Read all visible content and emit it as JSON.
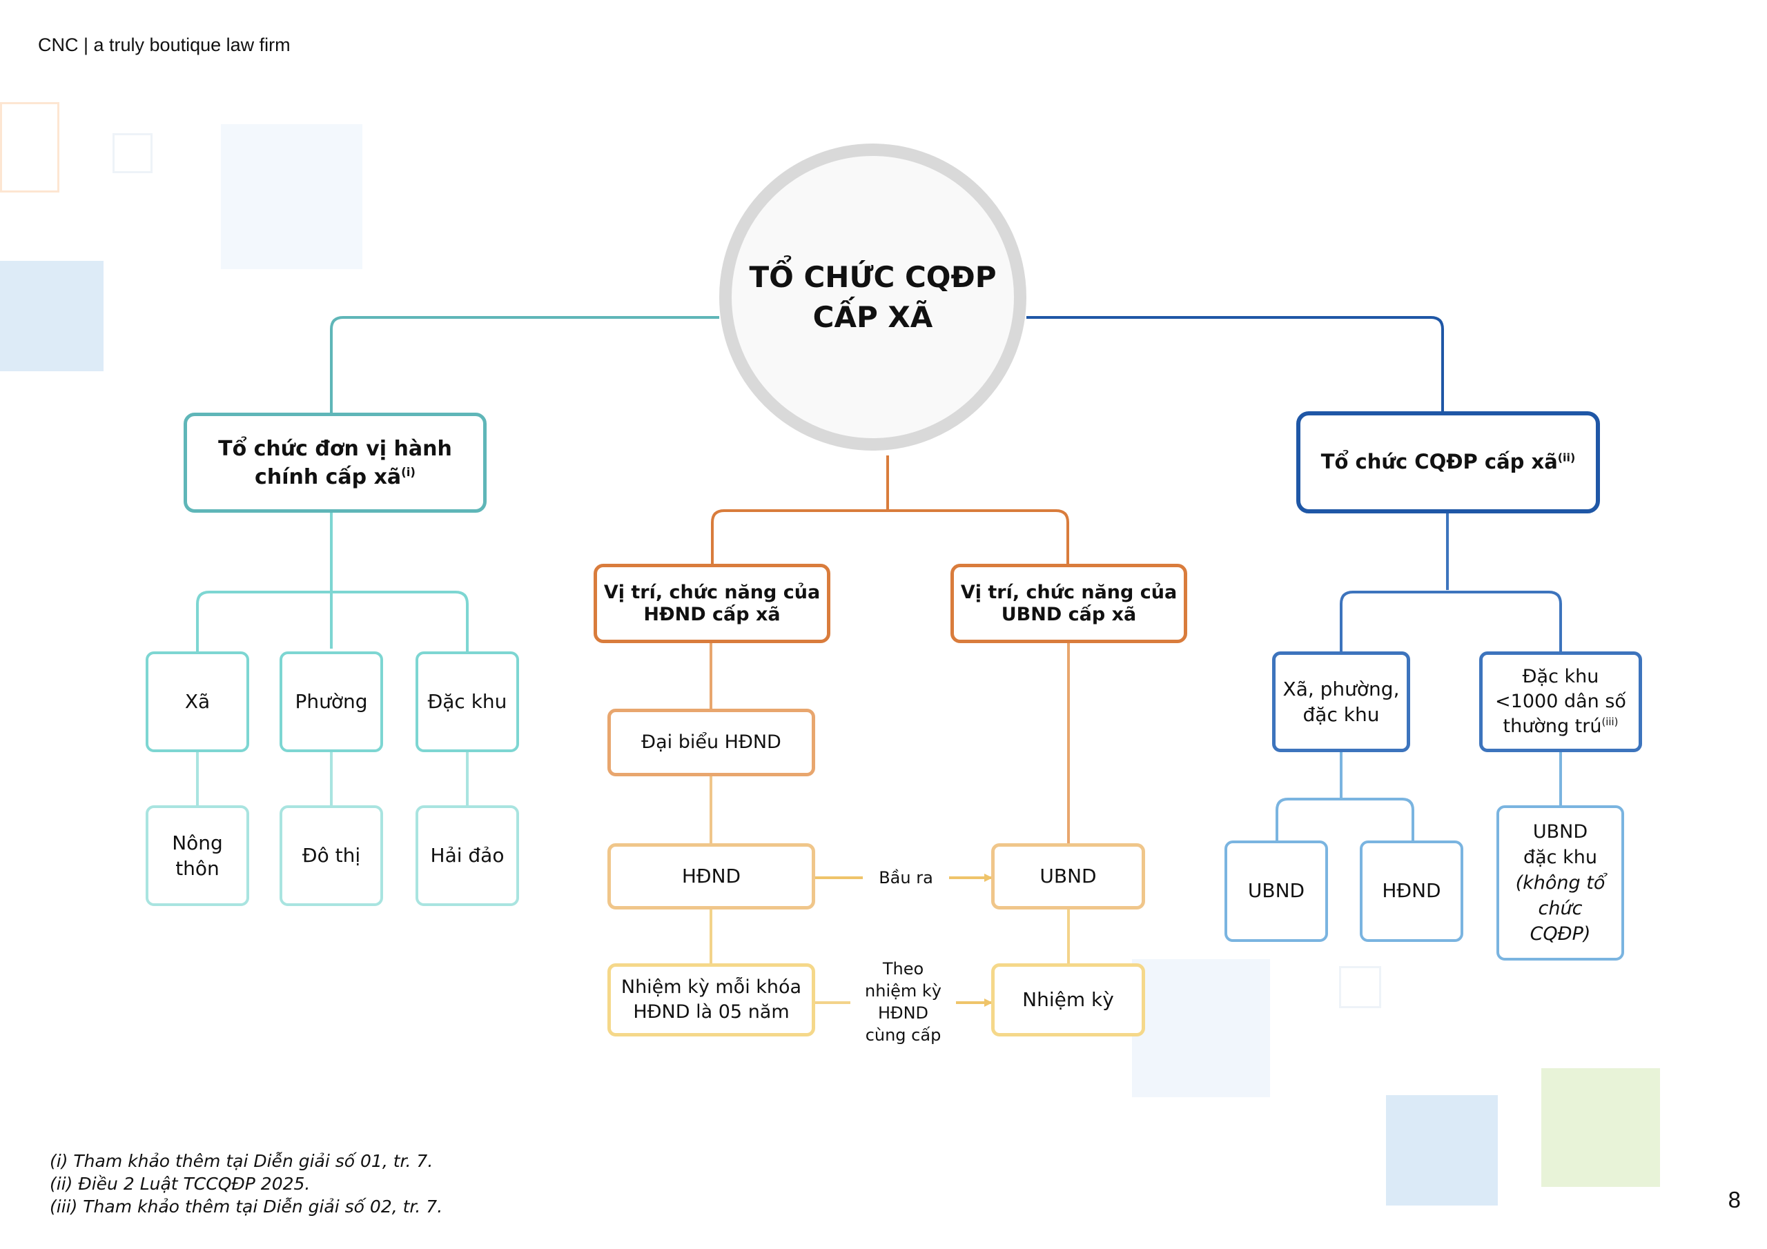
{
  "header": {
    "brand": "CNC | a truly boutique law firm"
  },
  "page_number": "8",
  "center": {
    "line1": "TỔ CHỨC CQĐP",
    "line2": "CẤP XÃ"
  },
  "left": {
    "title": "Tổ chức đơn vị hành chính cấp xã",
    "title_line1": "Tổ chức đơn vị hành",
    "title_line2": "chính cấp xã",
    "title_sup": "(i)",
    "items": [
      {
        "label": "Xã",
        "sub": [
          "Nông",
          "thôn"
        ]
      },
      {
        "label": "Phường",
        "sub": [
          "Đô thị"
        ]
      },
      {
        "label": "Đặc khu",
        "sub": [
          "Hải đảo"
        ]
      }
    ]
  },
  "middle": {
    "hdnd_role": [
      "Vị trí, chức năng của",
      "HĐND cấp xã"
    ],
    "ubnd_role": [
      "Vị trí, chức năng của",
      "UBND cấp xã"
    ],
    "delegates": "Đại biểu HĐND",
    "hdnd": "HĐND",
    "ubnd": "UBND",
    "elect_label": "Bầu ra",
    "term_hdnd": [
      "Nhiệm kỳ mỗi khóa",
      "HĐND là 05 năm"
    ],
    "term_label": [
      "Theo",
      "nhiệm kỳ",
      "HĐND",
      "cùng cấp"
    ],
    "term_ubnd": "Nhiệm kỳ"
  },
  "right": {
    "title": "Tổ chức CQĐP cấp xã",
    "title_sup": "(ii)",
    "general": [
      "Xã, phường,",
      "đặc khu"
    ],
    "special": [
      "Đặc khu",
      "<1000 dân số",
      "thường trú"
    ],
    "special_sup": "(iii)",
    "general_children": [
      "UBND",
      "HĐND"
    ],
    "special_child": [
      "UBND",
      "đặc khu",
      "(không tổ",
      "chức",
      "CQĐP)"
    ]
  },
  "footnotes": [
    "(i) Tham khảo thêm tại Diễn giải số 01, tr. 7.",
    "(ii) Điều 2 Luật TCCQĐP 2025.",
    "(iii) Tham khảo thêm tại Diễn giải số 02, tr. 7."
  ],
  "colors": {
    "left_dark": "#5fb6b8",
    "left_mid": "#7dd6d2",
    "left_light": "#a9e4e0",
    "orange": "#d97c3c",
    "orange_mid": "#e8a66e",
    "yellow": "#efc878",
    "yellow_light": "#f5d88a",
    "right_dark": "#1f57a6",
    "right_mid": "#3d74bd",
    "right_light": "#7ab4e0",
    "center_ring": "#d9d9d9"
  }
}
